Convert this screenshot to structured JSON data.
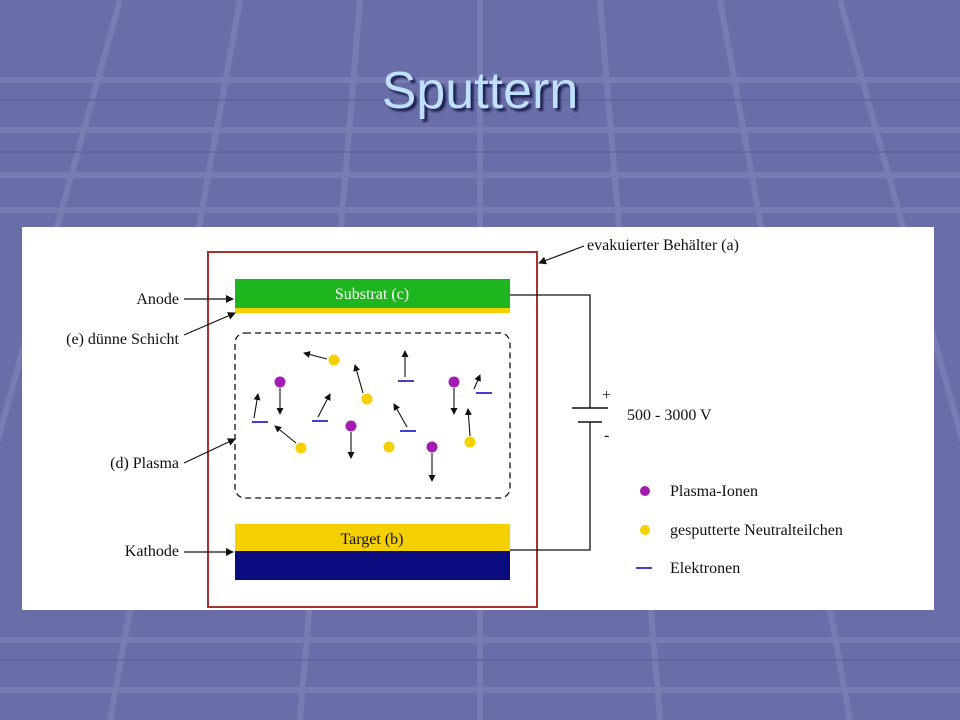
{
  "slide": {
    "title": "Sputtern"
  },
  "diagram": {
    "labels": {
      "container": "evakuierter Behälter (a)",
      "anode": "Anode",
      "thin_layer": "(e) dünne Schicht",
      "plasma": "(d) Plasma",
      "cathode": "Kathode",
      "substrate": "Substrat (c)",
      "target": "Target (b)",
      "voltage": "500 - 3000 V",
      "plus": "+",
      "minus": "-"
    },
    "legend": [
      {
        "symbol": "dot",
        "color": "#a21caf",
        "label": "Plasma-Ionen"
      },
      {
        "symbol": "dot",
        "color": "#f5d000",
        "label": "gesputterte Neutralteilchen"
      },
      {
        "symbol": "dash",
        "color": "#2a2ad0",
        "label": "Elektronen"
      }
    ],
    "colors": {
      "substrate": "#1fb51f",
      "thin_layer": "#f5d000",
      "target": "#f5d000",
      "cathode_block": "#0b0b80",
      "container": "#a83232",
      "ion": "#a21caf",
      "neutral": "#f5d000",
      "electron": "#2a2ad0"
    }
  }
}
